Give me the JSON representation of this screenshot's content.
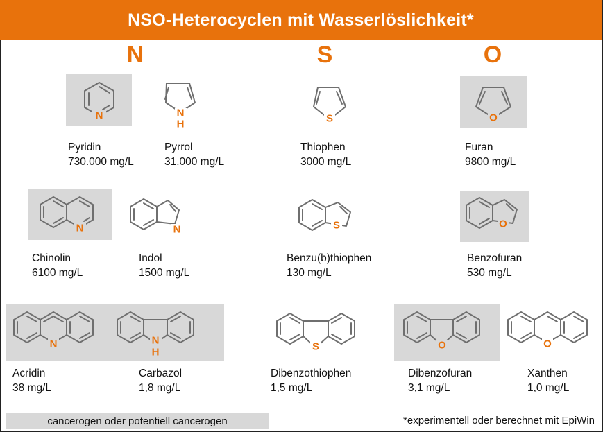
{
  "title": "NSO-Heterocyclen mit Wasserlöslichkeit*",
  "columns": {
    "n": "N",
    "s": "S",
    "o": "O"
  },
  "atoms": {
    "n": "N",
    "nh_n": "N",
    "nh_h": "H",
    "s": "S",
    "o": "O"
  },
  "compounds": {
    "pyridin": {
      "name": "Pyridin",
      "solubility": "730.000 mg/L",
      "cancerogen": true
    },
    "pyrrol": {
      "name": "Pyrrol",
      "solubility": "31.000 mg/L",
      "cancerogen": false
    },
    "thiophen": {
      "name": "Thiophen",
      "solubility": "3000 mg/L",
      "cancerogen": false
    },
    "furan": {
      "name": "Furan",
      "solubility": "9800 mg/L",
      "cancerogen": true
    },
    "chinolin": {
      "name": "Chinolin",
      "solubility": "6100 mg/L",
      "cancerogen": true
    },
    "indol": {
      "name": "Indol",
      "solubility": "1500 mg/L",
      "cancerogen": false
    },
    "benzothiophen": {
      "name": "Benzu(b)thiophen",
      "solubility": "130 mg/L",
      "cancerogen": false
    },
    "benzofuran": {
      "name": "Benzofuran",
      "solubility": "530 mg/L",
      "cancerogen": true
    },
    "acridin": {
      "name": "Acridin",
      "solubility": "38 mg/L",
      "cancerogen": true
    },
    "carbazol": {
      "name": "Carbazol",
      "solubility": "1,8 mg/L",
      "cancerogen": true
    },
    "dibenzothiophen": {
      "name": "Dibenzothiophen",
      "solubility": "1,5 mg/L",
      "cancerogen": false
    },
    "dibenzofuran": {
      "name": "Dibenzofuran",
      "solubility": "3,1 mg/L",
      "cancerogen": true
    },
    "xanthen": {
      "name": "Xanthen",
      "solubility": "1,0 mg/L",
      "cancerogen": false
    }
  },
  "legend": "cancerogen oder potentiell cancerogen",
  "footnote": "*experimentell oder berechnet mit EpiWin",
  "colors": {
    "accent": "#e8720c",
    "highlight": "#d8d8d8",
    "bond": "#6f6f6f"
  }
}
